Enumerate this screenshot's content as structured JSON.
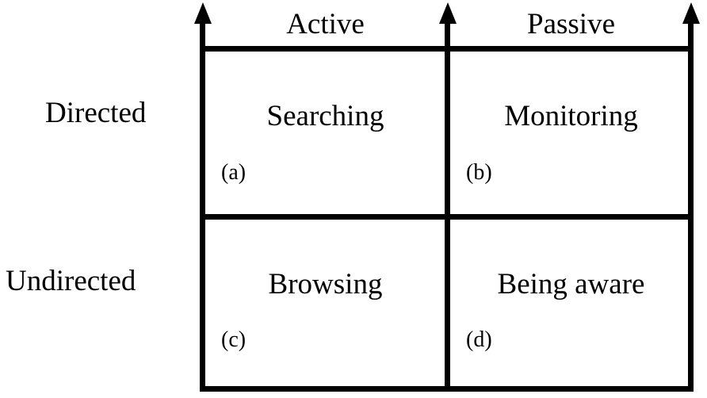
{
  "figure": {
    "type": "2x2-matrix-diagram",
    "background_color": "#ffffff",
    "stroke_color": "#000000"
  },
  "axes": {
    "column_headers": [
      {
        "label": "Active",
        "icon": "up-arrow-icon"
      },
      {
        "label": "Passive",
        "icon": "up-arrow-icon"
      }
    ],
    "row_headers": [
      {
        "label": "Directed"
      },
      {
        "label": "Undirected"
      }
    ],
    "arrows": [
      {
        "name": "left-axis-arrow",
        "direction": "up"
      },
      {
        "name": "middle-axis-arrow",
        "direction": "up"
      },
      {
        "name": "right-axis-arrow",
        "direction": "up"
      }
    ]
  },
  "cells": [
    {
      "tag": "(a)",
      "title": "Searching",
      "row": "Directed",
      "column": "Active"
    },
    {
      "tag": "(b)",
      "title": "Monitoring",
      "row": "Directed",
      "column": "Passive"
    },
    {
      "tag": "(c)",
      "title": "Browsing",
      "row": "Undirected",
      "column": "Active"
    },
    {
      "tag": "(d)",
      "title": "Being  aware",
      "row": "Undirected",
      "column": "Passive"
    }
  ]
}
